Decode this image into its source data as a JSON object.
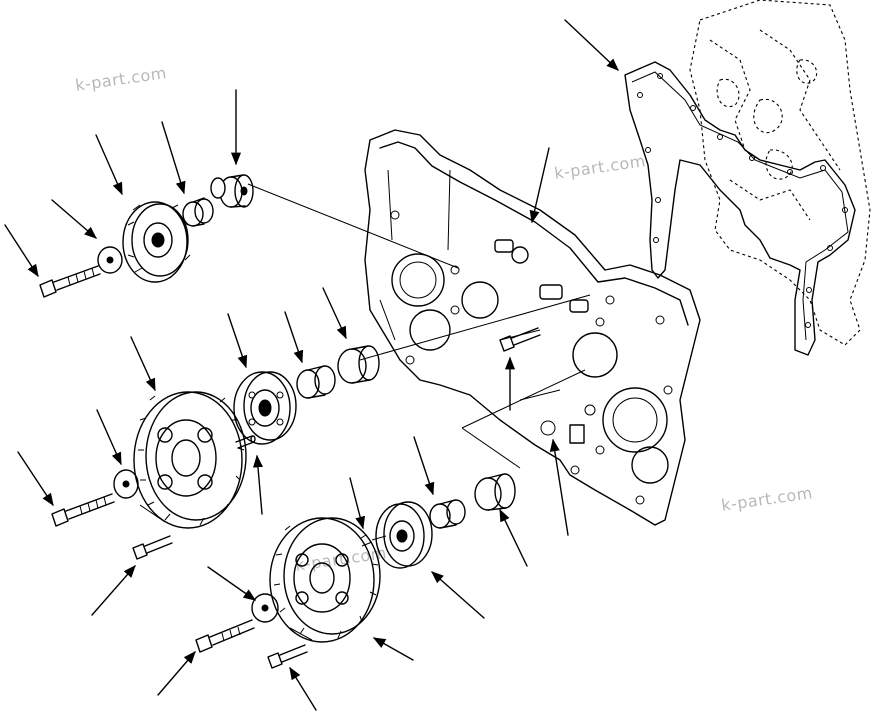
{
  "watermarks": [
    {
      "text": "k-part.com"
    },
    {
      "text": "k-part.com"
    },
    {
      "text": "k-part.com"
    },
    {
      "text": "k-part.com"
    }
  ],
  "colors": {
    "line": "#000000",
    "background": "#ffffff",
    "watermark": "#b8b8b8"
  }
}
